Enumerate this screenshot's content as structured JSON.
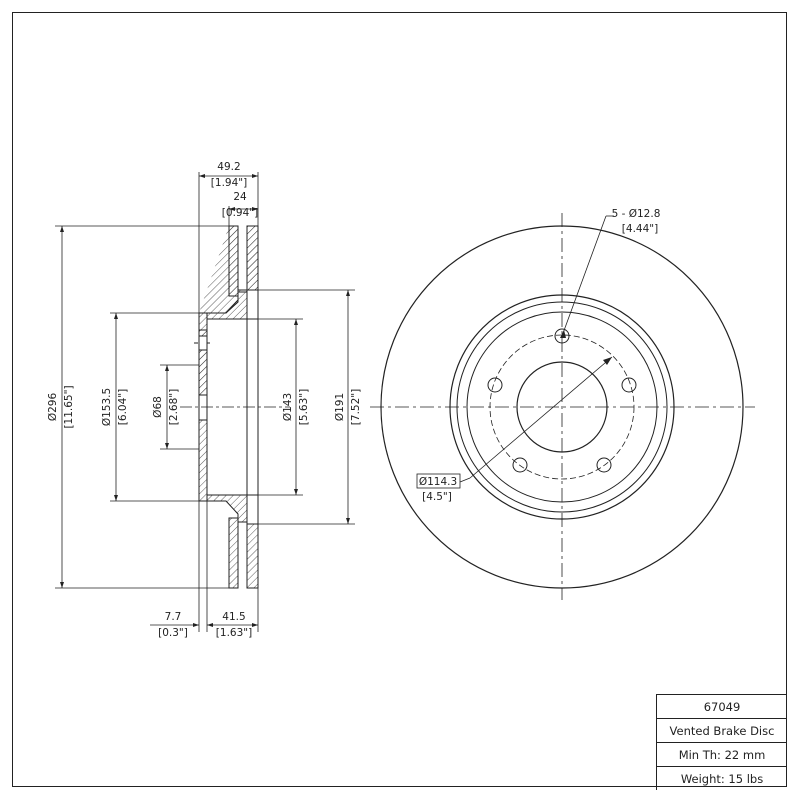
{
  "side_view": {
    "overall_width": {
      "mm": "49.2",
      "in": "[1.94\"]"
    },
    "rotor_thickness": {
      "mm": "24",
      "in": "[0.94\"]"
    },
    "outer_diameter": {
      "mm": "Ø296",
      "in": "[11.65\"]"
    },
    "hat_outer_diameter": {
      "mm": "Ø153.5",
      "in": "[6.04\"]"
    },
    "center_bore": {
      "mm": "Ø68",
      "in": "[2.68\"]"
    },
    "inner_ring_diameter": {
      "mm": "Ø143",
      "in": "[5.63\"]"
    },
    "hat_diameter": {
      "mm": "Ø191",
      "in": "[7.52\"]"
    },
    "flange_thickness": {
      "mm": "7.7",
      "in": "[0.3\"]"
    },
    "hat_height": {
      "mm": "41.5",
      "in": "[1.63\"]"
    }
  },
  "front_view": {
    "bolt_holes": {
      "mm": "5 - Ø12.8",
      "in": "[4.44\"]"
    },
    "bolt_circle": {
      "mm": "Ø114.3",
      "in": "[4.5\"]"
    }
  },
  "title_block": {
    "part_number": "67049",
    "part_name": "Vented Brake Disc",
    "min_thickness": "Min Th: 22 mm",
    "weight": "Weight: 15 lbs"
  }
}
